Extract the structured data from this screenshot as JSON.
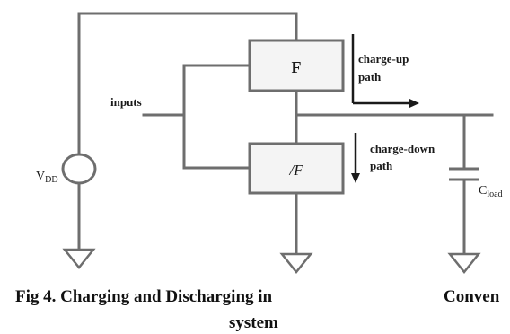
{
  "diagram": {
    "block_top": "F",
    "block_bottom": "/F",
    "inputs_label": "inputs",
    "charge_up": {
      "line1": "charge-up",
      "line2": "path"
    },
    "charge_down": {
      "line1": "charge-down",
      "line2": "path"
    },
    "vdd": {
      "main": "V",
      "sub": "DD"
    },
    "cload": {
      "main": "C",
      "sub": "load"
    }
  },
  "caption": {
    "part1": "Fig 4. Charging and Discharging in",
    "part2": "Conven",
    "part3": "system"
  },
  "colors": {
    "wire": "#6e6e6e",
    "box": "#6e6e6e",
    "box_fill": "#f4f4f4",
    "text": "#1a1a1a"
  }
}
